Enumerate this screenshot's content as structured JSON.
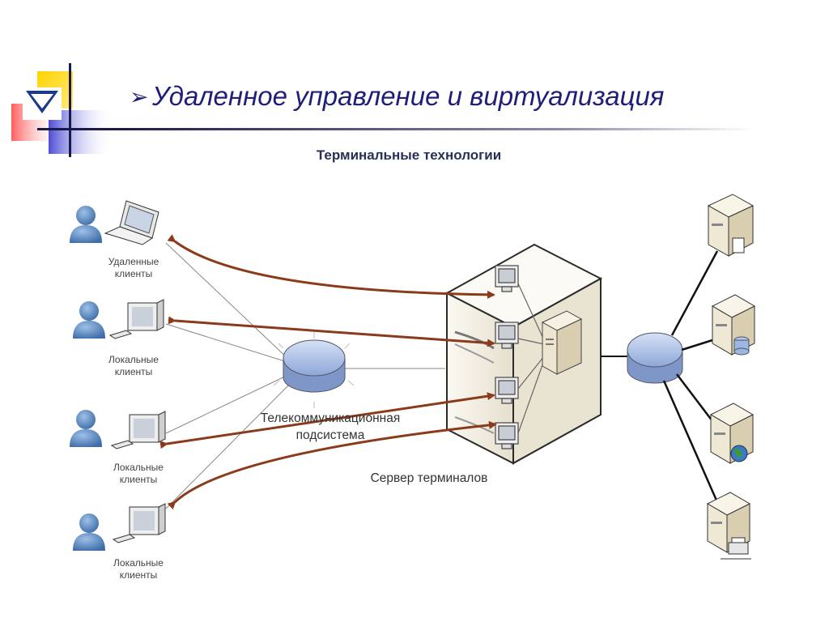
{
  "slide": {
    "title": "Удаленное управление и виртуализация",
    "bullet": "➢",
    "subtitle": "Терминальные технологии"
  },
  "diagram": {
    "clients": [
      {
        "label_line1": "Удаленные",
        "label_line2": "клиенты",
        "device": "laptop"
      },
      {
        "label_line1": "Локальные",
        "label_line2": "клиенты",
        "device": "desktop"
      },
      {
        "label_line1": "Локальные",
        "label_line2": "клиенты",
        "device": "desktop"
      },
      {
        "label_line1": "Локальные",
        "label_line2": "клиенты",
        "device": "desktop"
      }
    ],
    "hub_label_line1": "Телекоммуникационная",
    "hub_label_line2": "подсистема",
    "server_label": "Сервер терминалов",
    "backend_servers": [
      "file-server",
      "database-server",
      "web-server",
      "print-server"
    ]
  },
  "colors": {
    "title": "#1f1f7a",
    "arrow": "#8b3a1a",
    "hub_fill": "#a9bde6",
    "server_body": "#f3efe3",
    "person": "#5a86c0"
  }
}
